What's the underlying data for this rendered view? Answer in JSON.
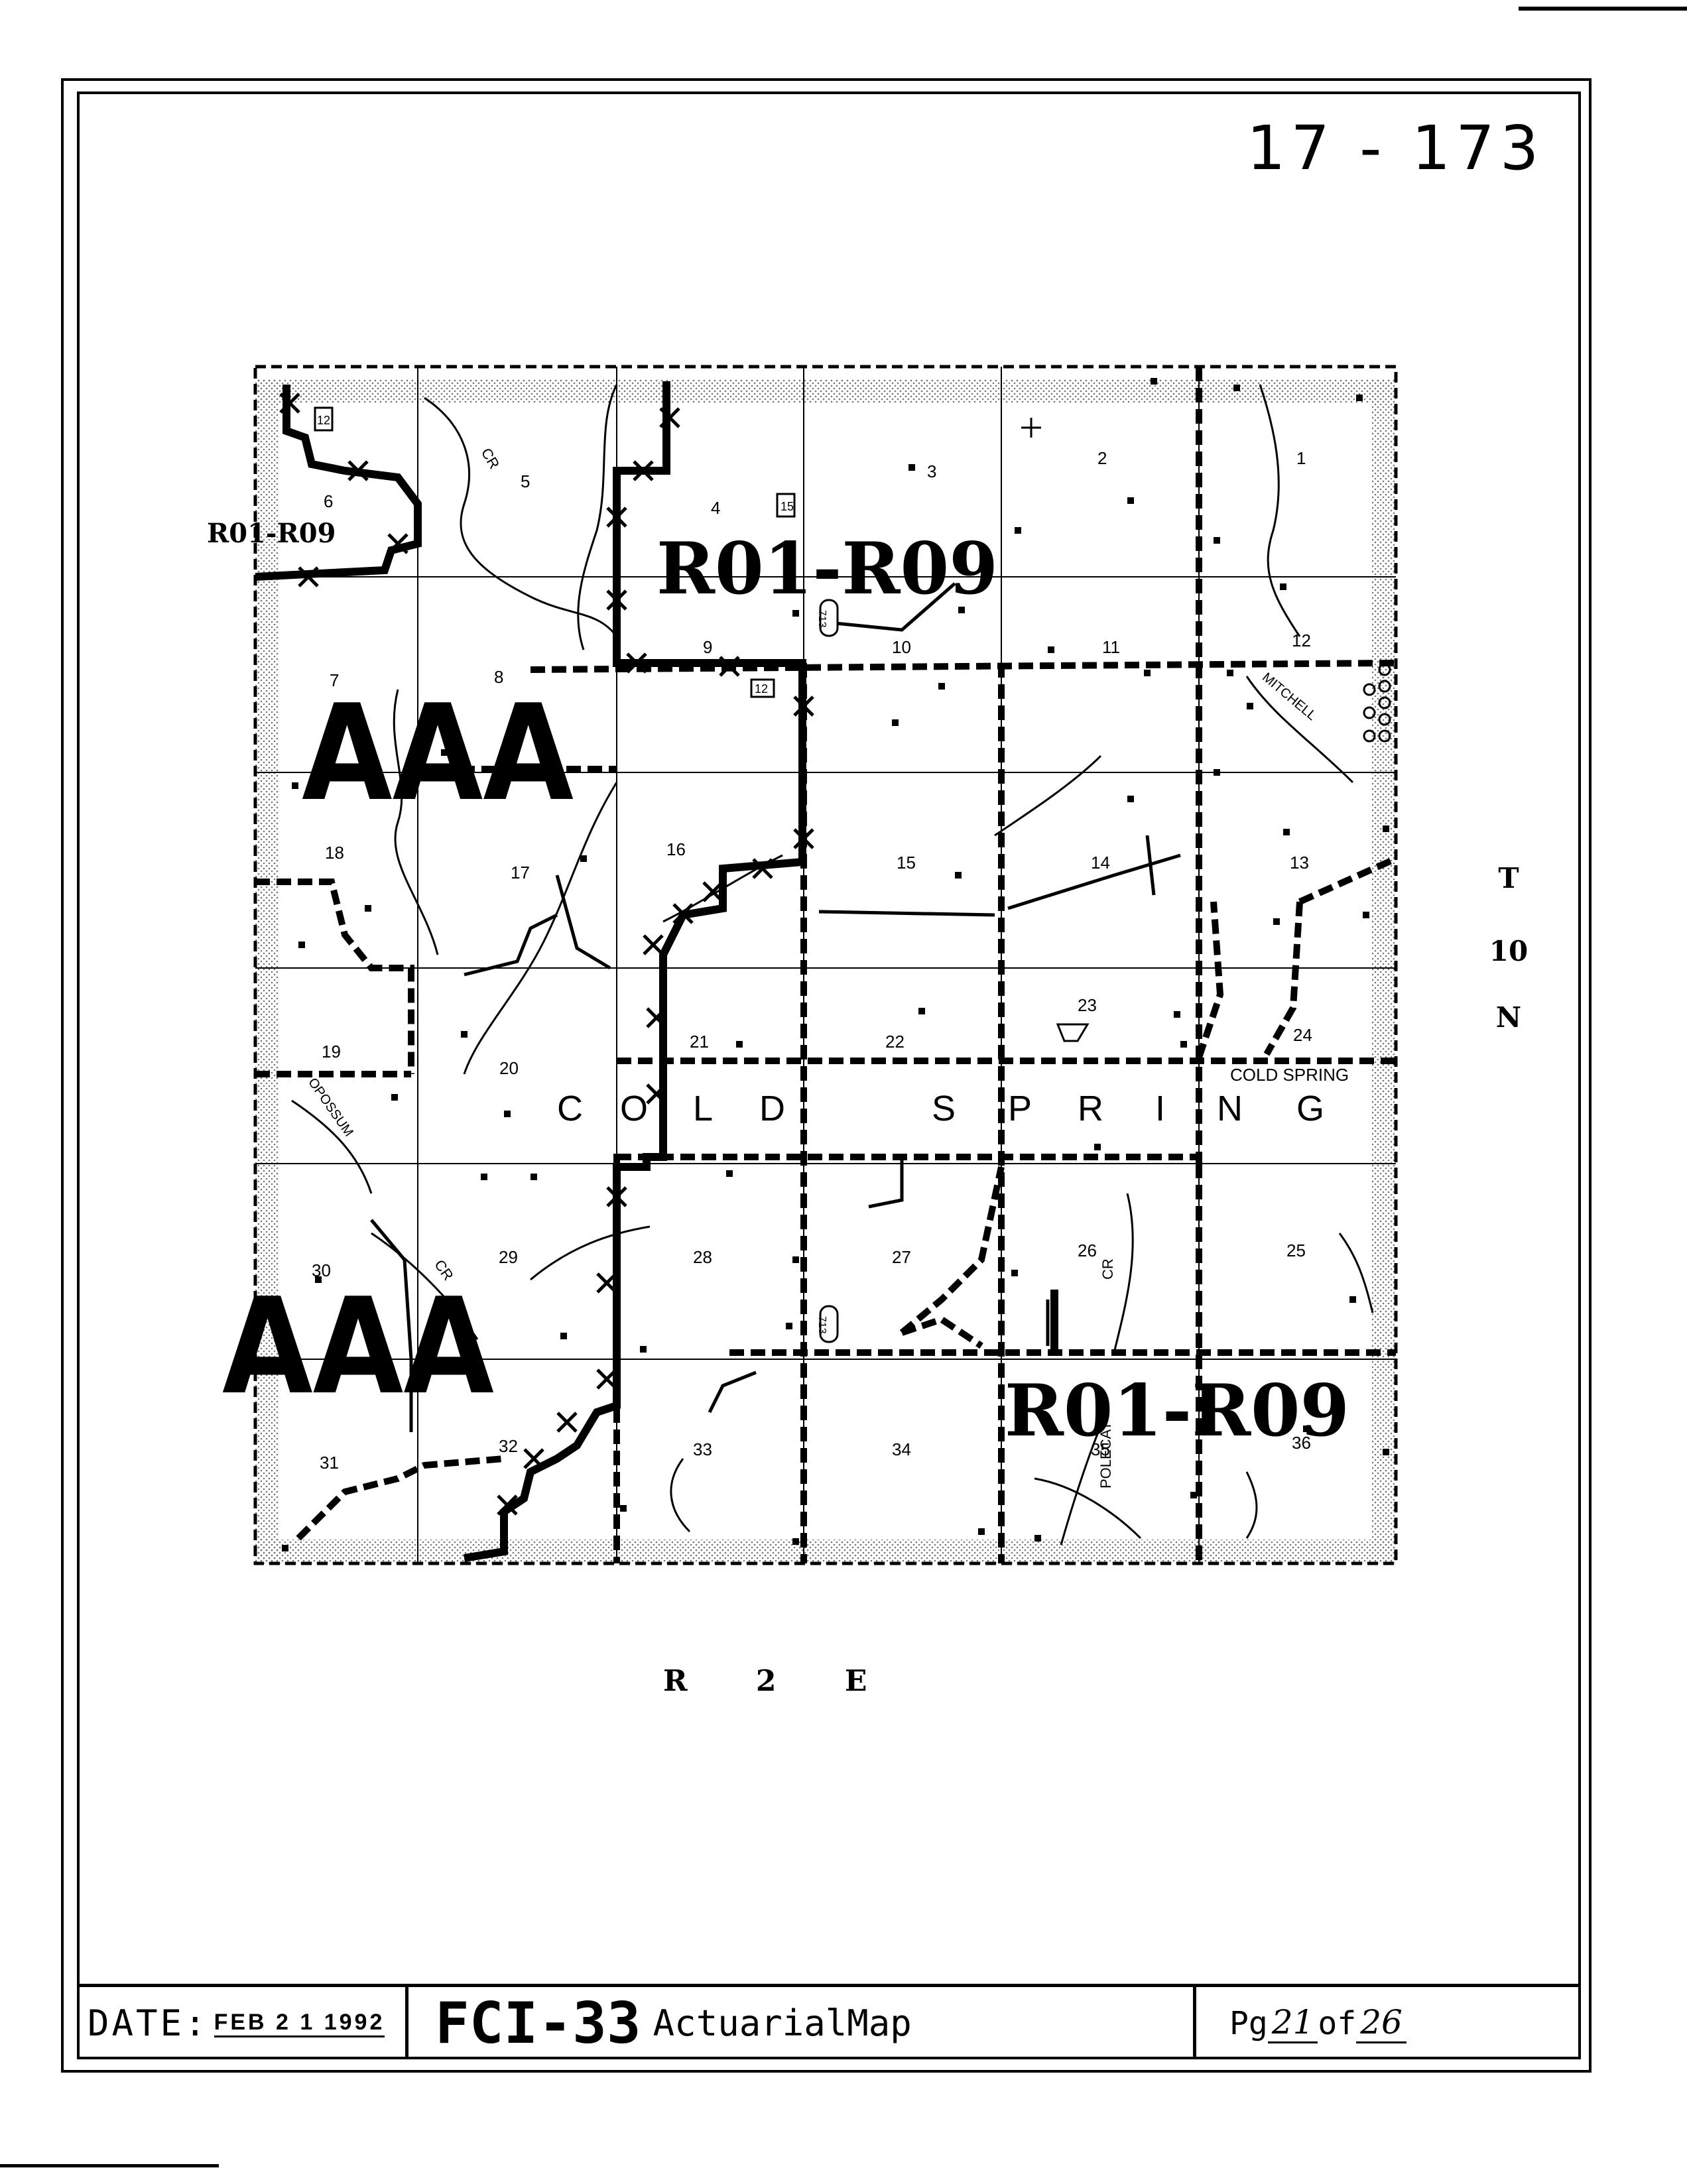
{
  "sheet": {
    "id": "17 - 173"
  },
  "map": {
    "township": {
      "t": "T",
      "num": "10",
      "dir": "N"
    },
    "range": "R 2 E",
    "township_name": [
      "C",
      "O",
      "L",
      "D",
      "S",
      "P",
      "R",
      "I",
      "N",
      "G"
    ],
    "place_label": "COLD SPRING",
    "zone_labels": [
      "R01-R09",
      "R01-R09",
      "R01-R09",
      "AAA",
      "AAA"
    ],
    "road_labels": [
      "12",
      "15",
      "713",
      "12",
      "713"
    ],
    "stream_labels": [
      "CR",
      "MITCHELL",
      "OPOSSUM",
      "CR",
      "CR",
      "POLECAT"
    ],
    "sections": [
      "1",
      "2",
      "3",
      "4",
      "5",
      "6",
      "7",
      "8",
      "9",
      "10",
      "11",
      "12",
      "13",
      "14",
      "15",
      "16",
      "17",
      "18",
      "19",
      "20",
      "21",
      "22",
      "23",
      "24",
      "25",
      "26",
      "27",
      "28",
      "29",
      "30",
      "31",
      "32",
      "33",
      "34",
      "35",
      "36"
    ]
  },
  "footer": {
    "date_label": "DATE:",
    "date_value": "FEB 2 1 1992",
    "form_code": "FCI-33",
    "form_title": "ActuarialMap",
    "page_prefix": "Pg",
    "page_num": "21",
    "page_of": "of",
    "page_total": "26"
  }
}
